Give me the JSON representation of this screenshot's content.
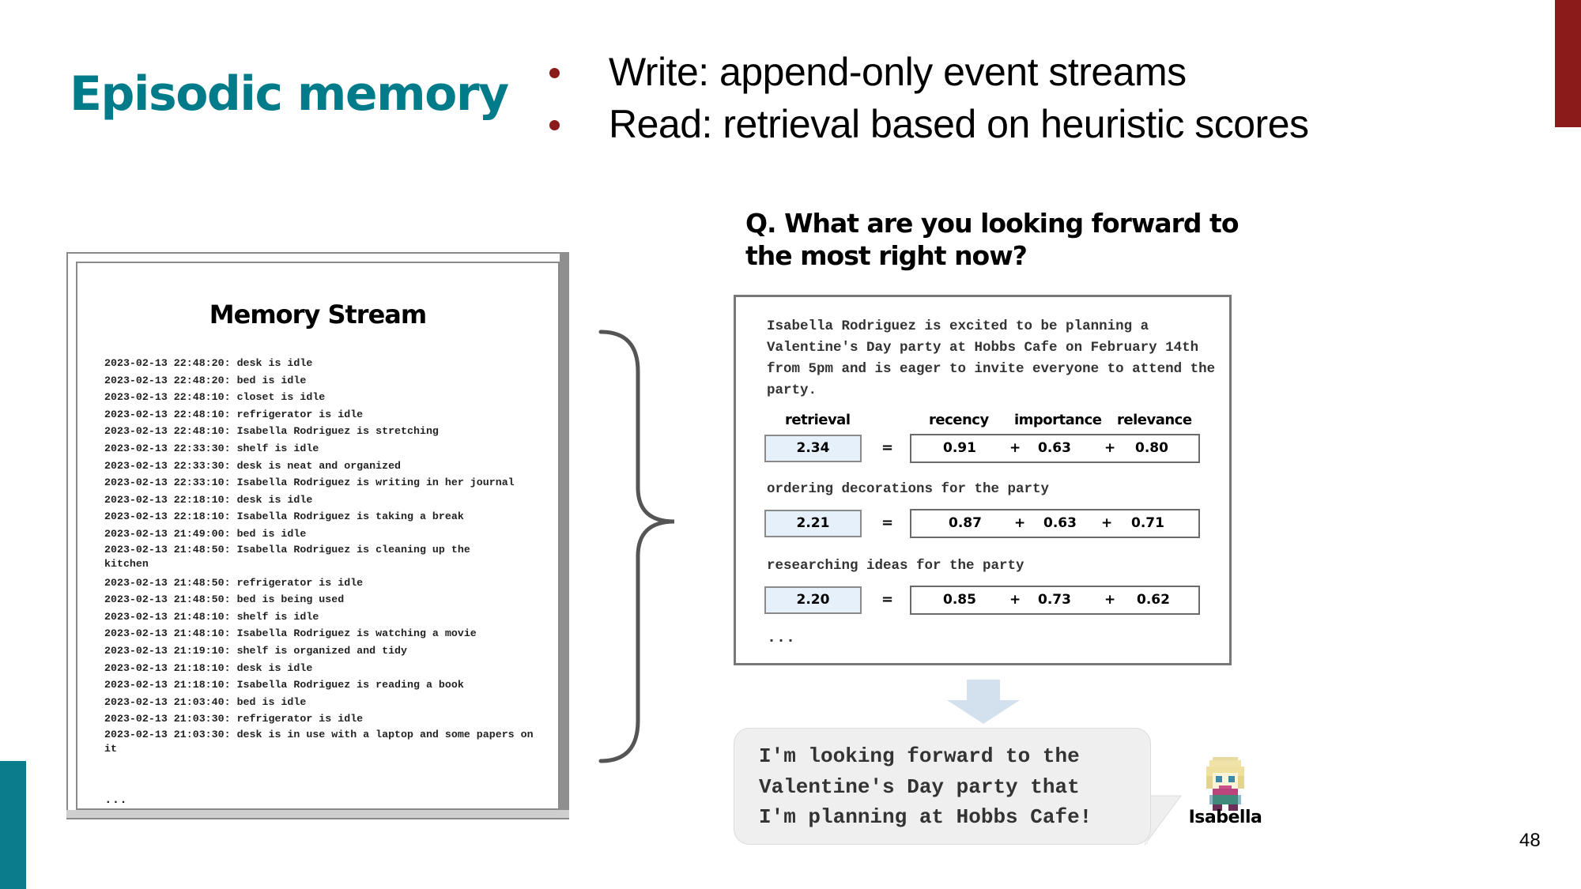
{
  "slide": {
    "title": "Episodic memory",
    "bullets": [
      "Write: append-only event streams",
      "Read: retrieval based on heuristic scores"
    ],
    "page_number": "48",
    "colors": {
      "title": "#007b8a",
      "accent_red": "#8b1a1a",
      "accent_teal": "#0a7d8c"
    }
  },
  "memory_stream": {
    "title": "Memory Stream",
    "entries": [
      "2023-02-13 22:48:20: desk is idle",
      "2023-02-13 22:48:20: bed is idle",
      "2023-02-13 22:48:10: closet is idle",
      "2023-02-13 22:48:10: refrigerator is idle",
      "2023-02-13 22:48:10: Isabella Rodriguez is stretching",
      "2023-02-13 22:33:30: shelf is idle",
      "2023-02-13 22:33:30: desk is neat and organized",
      "2023-02-13 22:33:10: Isabella Rodriguez is writing in her journal",
      "2023-02-13 22:18:10: desk is idle",
      "2023-02-13 22:18:10: Isabella Rodriguez is taking a break",
      "2023-02-13 21:49:00: bed is idle",
      "2023-02-13 21:48:50: Isabella Rodriguez is cleaning up the kitchen",
      "2023-02-13 21:48:50: refrigerator is idle",
      "2023-02-13 21:48:50: bed is being used",
      "2023-02-13 21:48:10: shelf is idle",
      "2023-02-13 21:48:10: Isabella Rodriguez is watching a movie",
      "2023-02-13 21:19:10: shelf is organized and tidy",
      "2023-02-13 21:18:10: desk is idle",
      "2023-02-13 21:18:10: Isabella Rodriguez is reading a book",
      "2023-02-13 21:03:40: bed is idle",
      "2023-02-13 21:03:30: refrigerator is idle",
      "2023-02-13 21:03:30: desk is in use with a laptop and some papers on it"
    ],
    "ellipsis": "..."
  },
  "retrieval": {
    "question": "Q. What are you looking forward to the most right now?",
    "headers": {
      "retrieval": "retrieval",
      "recency": "recency",
      "importance": "importance",
      "relevance": "relevance"
    },
    "equals": "=",
    "operator": "+",
    "memories": [
      {
        "text": "Isabella Rodriguez is excited to be planning a Valentine's Day party at Hobbs Cafe on February 14th from 5pm and is eager to invite everyone to attend the party.",
        "score": "2.34",
        "recency": "0.91",
        "importance": "0.63",
        "relevance": "0.80"
      },
      {
        "text": "ordering decorations for the party",
        "score": "2.21",
        "recency": "0.87",
        "importance": "0.63",
        "relevance": "0.71"
      },
      {
        "text": "researching ideas for the party",
        "score": "2.20",
        "recency": "0.85",
        "importance": "0.73",
        "relevance": "0.62"
      }
    ],
    "ellipsis": "...",
    "score_fill": "#e6f0fa"
  },
  "response": {
    "text": "I'm looking forward to the\nValentine's Day party that\nI'm planning at Hobbs Cafe!",
    "speaker": "Isabella",
    "icons": {
      "arrow": "down-arrow-icon",
      "avatar": "pixel-character-avatar"
    }
  }
}
